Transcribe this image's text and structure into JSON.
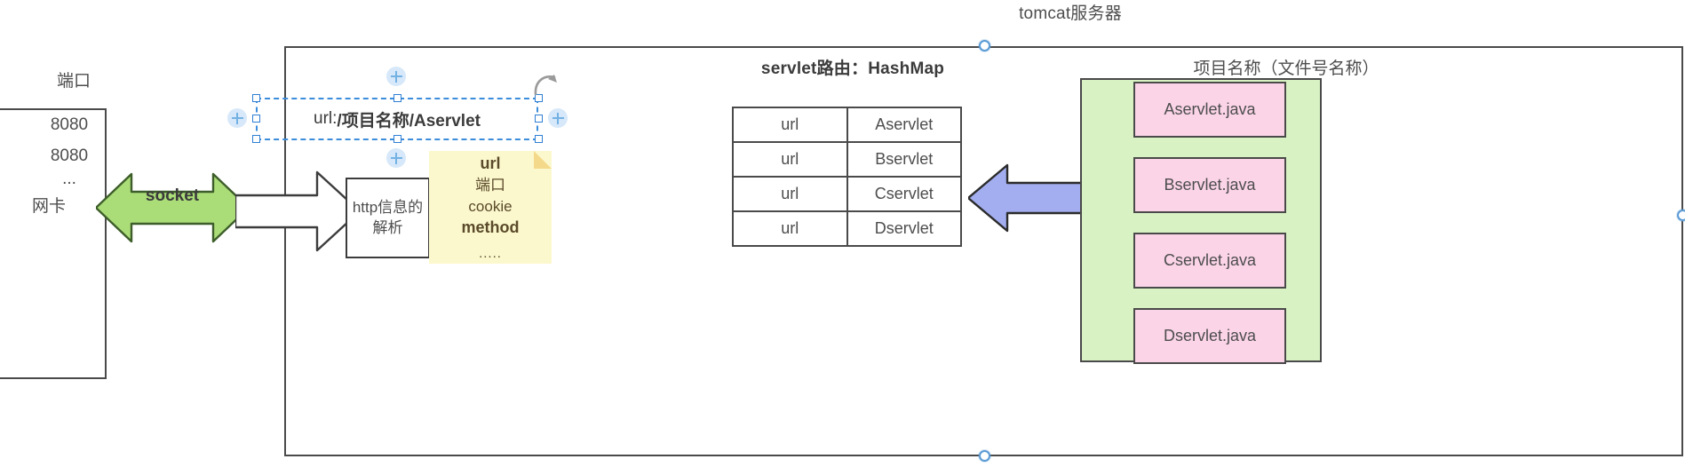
{
  "diagram": {
    "title": "tomcat服务器",
    "port_panel": {
      "label": "端口",
      "values": [
        "8080",
        "8080"
      ],
      "ellipsis": "...",
      "nic_label": "网卡"
    },
    "socket_arrow": {
      "label": "socket",
      "color": "#aadc78"
    },
    "selected_textbox": {
      "prefix": "url: ",
      "value": "/项目名称/Aservlet",
      "selected": true,
      "handle_color": "#2f7fd4"
    },
    "http_box": {
      "text": "http信息的解析"
    },
    "sticky_note": {
      "lines": [
        "url",
        "端口",
        "cookie",
        "method"
      ],
      "bold_lines": [
        "url",
        "method"
      ],
      "ellipsis": ".....",
      "color": "#fcf8cd"
    },
    "routing": {
      "title": "servlet路由：HashMap",
      "rows": [
        {
          "key": "url",
          "value": "Aservlet"
        },
        {
          "key": "url",
          "value": "Bservlet"
        },
        {
          "key": "url",
          "value": "Cservlet"
        },
        {
          "key": "url",
          "value": "Dservlet"
        }
      ]
    },
    "lookup_arrow": {
      "direction": "left",
      "color": "#a3aef0"
    },
    "project": {
      "title": "项目名称（文件号名称）",
      "panel_color": "#d9f2c4",
      "file_color": "#fbd4e8",
      "files": [
        "Aservlet.java",
        "Bservlet.java",
        "Cservlet.java",
        "Dservlet.java"
      ]
    }
  }
}
